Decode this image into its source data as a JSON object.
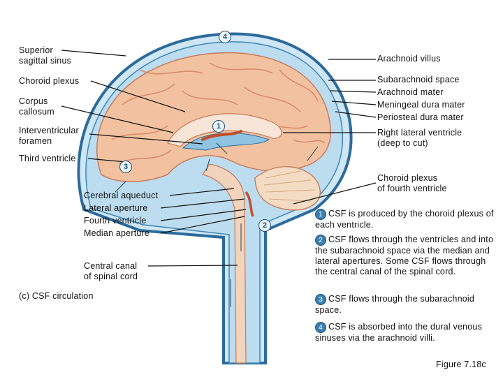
{
  "labels_left": {
    "superior_sagittal_sinus": "Superior\nsagittal sinus",
    "choroid_plexus": "Choroid plexus",
    "corpus_callosum": "Corpus\ncallosum",
    "interventricular_foramen": "Interventricular\nforamen",
    "third_ventricle": "Third ventricle",
    "cerebral_aqueduct": "Cerebral aqueduct",
    "lateral_aperture": "Lateral aperture",
    "fourth_ventricle": "Fourth ventricle",
    "median_aperture": "Median aperture",
    "central_canal": "Central canal\nof spinal cord",
    "caption": "(c) CSF circulation"
  },
  "labels_right": {
    "arachnoid_villus": "Arachnoid villus",
    "subarachnoid_space": "Subarachnoid space",
    "arachnoid_mater": "Arachnoid mater",
    "meningeal_dura": "Meningeal dura mater",
    "periosteal_dura": "Periosteal dura mater",
    "right_lateral_ventricle": "Right lateral ventricle\n(deep to cut)",
    "choroid_plexus_fourth": "Choroid plexus\nof fourth ventricle"
  },
  "markers": [
    "1",
    "2",
    "3",
    "4"
  ],
  "steps": [
    {
      "num": "1",
      "text": "CSF is produced by the choroid plexus of each ventricle."
    },
    {
      "num": "2",
      "text": "CSF flows through the ventricles and into the subarachnoid space via the median and lateral apertures. Some CSF flows through the central canal of the spinal cord."
    },
    {
      "num": "3",
      "text": "CSF flows through the subarachnoid space."
    },
    {
      "num": "4",
      "text": "CSF is absorbed into the dural venous sinuses via the arachnoid villi."
    }
  ],
  "figure_label": "Figure 7.18c",
  "colors": {
    "brain": "#f2c2a0",
    "brain_fold": "#d98c6a",
    "csf": "#bcdcef",
    "dura": "#2c6b9c",
    "choroid": "#c0502a"
  }
}
